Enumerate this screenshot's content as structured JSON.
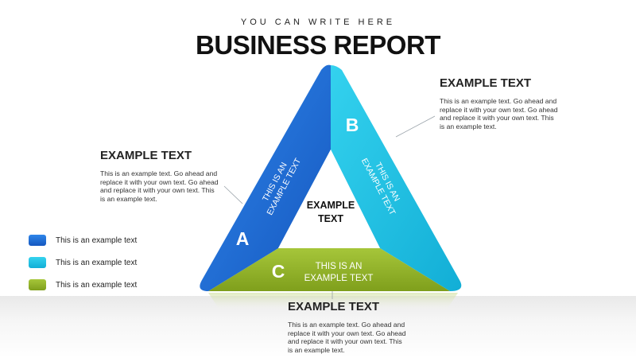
{
  "header": {
    "eyebrow": "YOU CAN WRITE HERE",
    "title": "BUSINESS REPORT"
  },
  "triangle": {
    "center_label_line1": "EXAMPLE",
    "center_label_line2": "TEXT",
    "sides": [
      {
        "letter": "A",
        "line1": "THIS IS AN",
        "line2": "EXAMPLE TEXT",
        "color": "#1f6fd6"
      },
      {
        "letter": "B",
        "line1": "THIS IS AN",
        "line2": "EXAMPLE TEXT",
        "color": "#22c4e3"
      },
      {
        "letter": "C",
        "line1": "THIS IS AN",
        "line2": "EXAMPLE TEXT",
        "color": "#93b52a"
      }
    ]
  },
  "blocks": {
    "left": {
      "heading": "EXAMPLE TEXT",
      "body": "This is an example text. Go ahead and replace it with your own text. Go ahead and replace it with your own text. This is an example text."
    },
    "right": {
      "heading": "EXAMPLE TEXT",
      "body": "This is an example text. Go ahead and replace it with your own text. Go ahead and replace it with your own text. This is an example text."
    },
    "bottom": {
      "heading": "EXAMPLE TEXT",
      "body": "This is an example text. Go ahead and replace it with your own text. Go ahead and replace it with your own text. This is an example text."
    }
  },
  "legend": [
    {
      "label": "This is an example text",
      "color": "#1f6fd6"
    },
    {
      "label": "This is an example text",
      "color": "#22c4e3"
    },
    {
      "label": "This is an example text",
      "color": "#93b52a"
    }
  ]
}
